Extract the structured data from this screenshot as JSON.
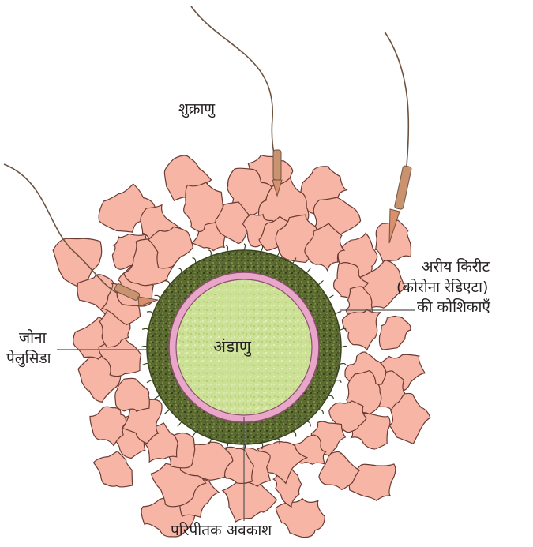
{
  "diagram": {
    "labels": {
      "sperm": "शुक्राणु",
      "ovum": "अंडाणु",
      "corona_line1": "अरीय किरीट",
      "corona_line2": "(कोरोना रेडिएटा)",
      "corona_line3": "की कोशिकाएँ",
      "zona_line1": "जोना",
      "zona_line2": "पेलुसिडा",
      "perivitelline": "परिपीतक अवकाश"
    },
    "colors": {
      "corona_cell_fill": "#f6b5a5",
      "corona_cell_stroke": "#6b3a32",
      "zona_granular": "#4d5a2a",
      "perivitelline_ring": "#e8a6c8",
      "ovum_cytoplasm": "#c9dd8e",
      "sperm_tail": "#7a5a45",
      "sperm_head": "#d9906c"
    },
    "icons": {
      "sperm": "sperm-cell",
      "corona_cell": "follicle-cell-blob"
    }
  }
}
